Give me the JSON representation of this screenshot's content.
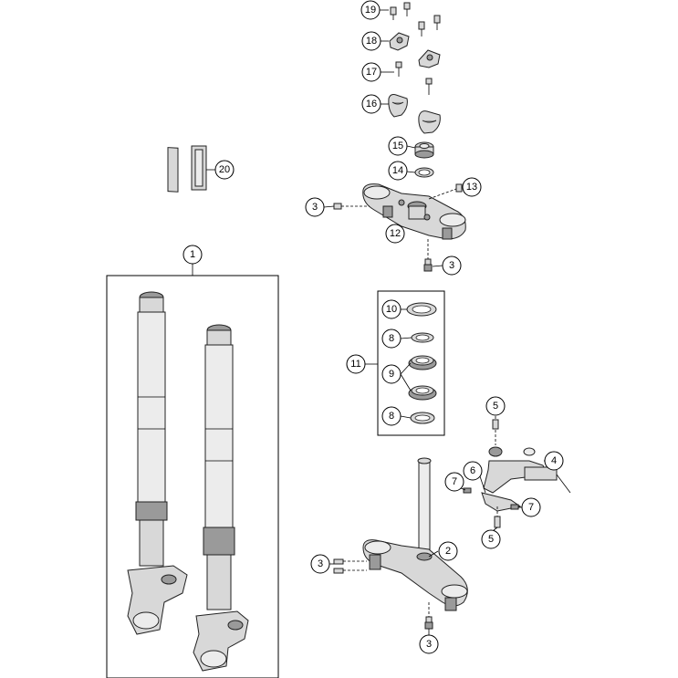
{
  "title": "",
  "callouts": [
    {
      "id": "c19",
      "label": "19"
    },
    {
      "id": "c18",
      "label": "18"
    },
    {
      "id": "c17",
      "label": "17"
    },
    {
      "id": "c16",
      "label": "16"
    },
    {
      "id": "c15",
      "label": "15"
    },
    {
      "id": "c14",
      "label": "14"
    },
    {
      "id": "c13",
      "label": "13"
    },
    {
      "id": "c3a",
      "label": "3"
    },
    {
      "id": "c12",
      "label": "12"
    },
    {
      "id": "c3b",
      "label": "3"
    },
    {
      "id": "c20",
      "label": "20"
    },
    {
      "id": "c1",
      "label": "1"
    },
    {
      "id": "c10",
      "label": "10"
    },
    {
      "id": "c8a",
      "label": "8"
    },
    {
      "id": "c11",
      "label": "11"
    },
    {
      "id": "c9",
      "label": "9"
    },
    {
      "id": "c8b",
      "label": "8"
    },
    {
      "id": "c5a",
      "label": "5"
    },
    {
      "id": "c4",
      "label": "4"
    },
    {
      "id": "c7a",
      "label": "7"
    },
    {
      "id": "c6",
      "label": "6"
    },
    {
      "id": "c7b",
      "label": "7"
    },
    {
      "id": "c5b",
      "label": "5"
    },
    {
      "id": "c2",
      "label": "2"
    },
    {
      "id": "c3c",
      "label": "3"
    },
    {
      "id": "c3d",
      "label": "3"
    }
  ]
}
